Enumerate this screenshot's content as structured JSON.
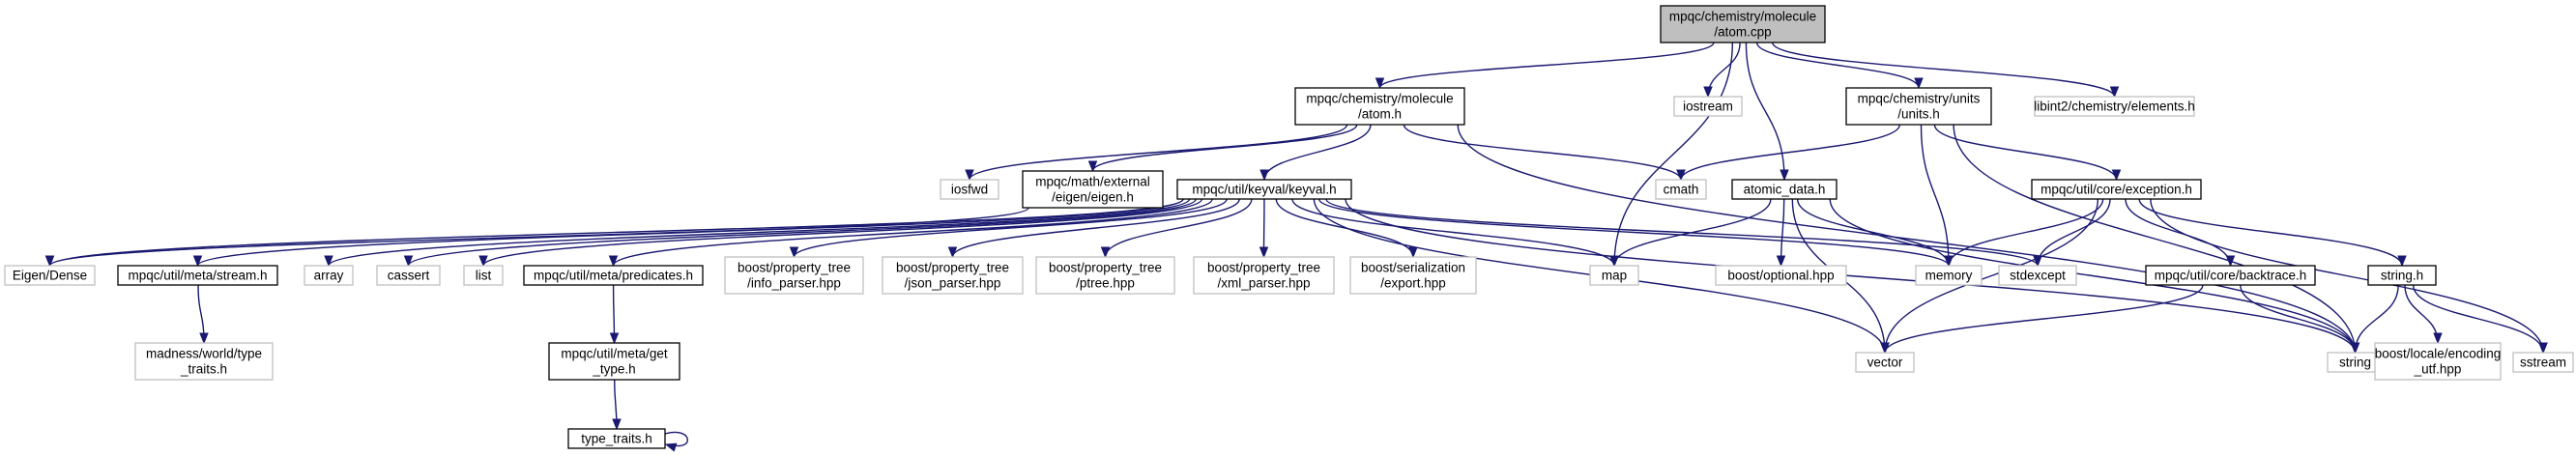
{
  "graph": {
    "colors": {
      "root_fill": "#bfbfbf",
      "root_border": "#000000",
      "documented_border": "#000000",
      "external_border": "#bfbfbf",
      "edge": "#191970",
      "background": "#ffffff"
    },
    "nodes": [
      {
        "id": "root",
        "kind": "root",
        "lines": [
          "mpqc/chemistry/molecule",
          "/atom.cpp"
        ]
      },
      {
        "id": "atom_h",
        "kind": "documented",
        "lines": [
          "mpqc/chemistry/molecule",
          "/atom.h"
        ]
      },
      {
        "id": "iostream",
        "kind": "external",
        "lines": [
          "iostream"
        ]
      },
      {
        "id": "units_h",
        "kind": "documented",
        "lines": [
          "mpqc/chemistry/units",
          "/units.h"
        ]
      },
      {
        "id": "libint_elements",
        "kind": "external",
        "lines": [
          "libint2/chemistry/elements.h"
        ]
      },
      {
        "id": "iosfwd",
        "kind": "external",
        "lines": [
          "iosfwd"
        ]
      },
      {
        "id": "eigen_h",
        "kind": "documented",
        "lines": [
          "mpqc/math/external",
          "/eigen/eigen.h"
        ]
      },
      {
        "id": "keyval_h",
        "kind": "documented",
        "lines": [
          "mpqc/util/keyval/keyval.h"
        ]
      },
      {
        "id": "cmath",
        "kind": "external",
        "lines": [
          "cmath"
        ]
      },
      {
        "id": "atomic_data_h",
        "kind": "documented",
        "lines": [
          "atomic_data.h"
        ]
      },
      {
        "id": "exception_h",
        "kind": "documented",
        "lines": [
          "mpqc/util/core/exception.h"
        ]
      },
      {
        "id": "eigen_dense",
        "kind": "external",
        "lines": [
          "Eigen/Dense"
        ]
      },
      {
        "id": "stream_h",
        "kind": "documented",
        "lines": [
          "mpqc/util/meta/stream.h"
        ]
      },
      {
        "id": "array",
        "kind": "external",
        "lines": [
          "array"
        ]
      },
      {
        "id": "cassert",
        "kind": "external",
        "lines": [
          "cassert"
        ]
      },
      {
        "id": "list",
        "kind": "external",
        "lines": [
          "list"
        ]
      },
      {
        "id": "predicates_h",
        "kind": "documented",
        "lines": [
          "mpqc/util/meta/predicates.h"
        ]
      },
      {
        "id": "info_parser",
        "kind": "external",
        "lines": [
          "boost/property_tree",
          "/info_parser.hpp"
        ]
      },
      {
        "id": "json_parser",
        "kind": "external",
        "lines": [
          "boost/property_tree",
          "/json_parser.hpp"
        ]
      },
      {
        "id": "ptree",
        "kind": "external",
        "lines": [
          "boost/property_tree",
          "/ptree.hpp"
        ]
      },
      {
        "id": "xml_parser",
        "kind": "external",
        "lines": [
          "boost/property_tree",
          "/xml_parser.hpp"
        ]
      },
      {
        "id": "serialization_export",
        "kind": "external",
        "lines": [
          "boost/serialization",
          "/export.hpp"
        ]
      },
      {
        "id": "map",
        "kind": "external",
        "lines": [
          "map"
        ]
      },
      {
        "id": "boost_optional",
        "kind": "external",
        "lines": [
          "boost/optional.hpp"
        ]
      },
      {
        "id": "memory",
        "kind": "external",
        "lines": [
          "memory"
        ]
      },
      {
        "id": "stdexcept",
        "kind": "external",
        "lines": [
          "stdexcept"
        ]
      },
      {
        "id": "backtrace_h",
        "kind": "documented",
        "lines": [
          "mpqc/util/core/backtrace.h"
        ]
      },
      {
        "id": "string_h",
        "kind": "documented",
        "lines": [
          "string.h"
        ]
      },
      {
        "id": "madness_type_traits",
        "kind": "external",
        "lines": [
          "madness/world/type",
          "_traits.h"
        ]
      },
      {
        "id": "get_type_h",
        "kind": "documented",
        "lines": [
          "mpqc/util/meta/get",
          "_type.h"
        ]
      },
      {
        "id": "vector",
        "kind": "external",
        "lines": [
          "vector"
        ]
      },
      {
        "id": "string",
        "kind": "external",
        "lines": [
          "string"
        ]
      },
      {
        "id": "boost_locale_utf",
        "kind": "external",
        "lines": [
          "boost/locale/encoding",
          "_utf.hpp"
        ]
      },
      {
        "id": "sstream",
        "kind": "external",
        "lines": [
          "sstream"
        ]
      },
      {
        "id": "type_traits_h",
        "kind": "documented",
        "lines": [
          "type_traits.h"
        ]
      }
    ],
    "edges": [
      [
        "root",
        "atom_h"
      ],
      [
        "root",
        "map"
      ],
      [
        "root",
        "iostream"
      ],
      [
        "root",
        "atomic_data_h"
      ],
      [
        "root",
        "units_h"
      ],
      [
        "root",
        "libint_elements"
      ],
      [
        "atom_h",
        "iosfwd"
      ],
      [
        "atom_h",
        "eigen_h"
      ],
      [
        "atom_h",
        "keyval_h"
      ],
      [
        "atom_h",
        "cmath"
      ],
      [
        "atom_h",
        "string"
      ],
      [
        "units_h",
        "cmath"
      ],
      [
        "units_h",
        "memory"
      ],
      [
        "units_h",
        "exception_h"
      ],
      [
        "units_h",
        "string"
      ],
      [
        "eigen_h",
        "eigen_dense"
      ],
      [
        "keyval_h",
        "eigen_dense"
      ],
      [
        "keyval_h",
        "stream_h"
      ],
      [
        "keyval_h",
        "array"
      ],
      [
        "keyval_h",
        "cassert"
      ],
      [
        "keyval_h",
        "list"
      ],
      [
        "keyval_h",
        "predicates_h"
      ],
      [
        "keyval_h",
        "info_parser"
      ],
      [
        "keyval_h",
        "json_parser"
      ],
      [
        "keyval_h",
        "ptree"
      ],
      [
        "keyval_h",
        "xml_parser"
      ],
      [
        "keyval_h",
        "serialization_export"
      ],
      [
        "keyval_h",
        "map"
      ],
      [
        "keyval_h",
        "memory"
      ],
      [
        "keyval_h",
        "stdexcept"
      ],
      [
        "keyval_h",
        "vector"
      ],
      [
        "keyval_h",
        "string"
      ],
      [
        "atomic_data_h",
        "map"
      ],
      [
        "atomic_data_h",
        "boost_optional"
      ],
      [
        "atomic_data_h",
        "memory"
      ],
      [
        "atomic_data_h",
        "vector"
      ],
      [
        "atomic_data_h",
        "string"
      ],
      [
        "exception_h",
        "memory"
      ],
      [
        "exception_h",
        "stdexcept"
      ],
      [
        "exception_h",
        "backtrace_h"
      ],
      [
        "exception_h",
        "string_h"
      ],
      [
        "exception_h",
        "vector"
      ],
      [
        "exception_h",
        "sstream"
      ],
      [
        "stream_h",
        "madness_type_traits"
      ],
      [
        "predicates_h",
        "get_type_h"
      ],
      [
        "get_type_h",
        "type_traits_h"
      ],
      [
        "type_traits_h",
        "type_traits_h"
      ],
      [
        "backtrace_h",
        "vector"
      ],
      [
        "backtrace_h",
        "string"
      ],
      [
        "string_h",
        "string"
      ],
      [
        "string_h",
        "boost_locale_utf"
      ],
      [
        "string_h",
        "sstream"
      ]
    ]
  }
}
